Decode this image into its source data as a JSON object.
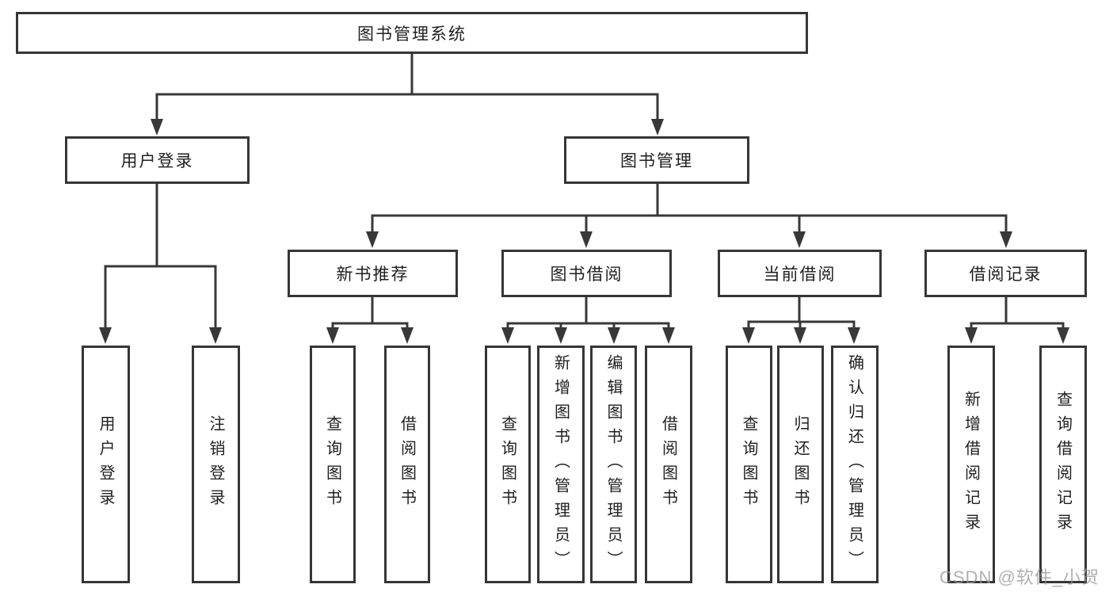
{
  "diagram_title": "图书管理系统",
  "tree": {
    "label": "图书管理系统",
    "children": [
      {
        "label": "用户登录",
        "children": [
          {
            "label": "用户登录"
          },
          {
            "label": "注销登录"
          }
        ]
      },
      {
        "label": "图书管理",
        "children": [
          {
            "label": "新书推荐",
            "children": [
              {
                "label": "查询图书"
              },
              {
                "label": "借阅图书"
              }
            ]
          },
          {
            "label": "图书借阅",
            "children": [
              {
                "label": "查询图书"
              },
              {
                "label": "新增图书（管理员）"
              },
              {
                "label": "编辑图书（管理员）"
              },
              {
                "label": "借阅图书"
              }
            ]
          },
          {
            "label": "当前借阅",
            "children": [
              {
                "label": "查询图书"
              },
              {
                "label": "归还图书"
              },
              {
                "label": "确认归还（管理员）"
              }
            ]
          },
          {
            "label": "借阅记录",
            "children": [
              {
                "label": "新增借阅记录"
              },
              {
                "label": "查询借阅记录"
              }
            ]
          }
        ]
      }
    ]
  },
  "watermark": "CSDN @软件_小贺同学",
  "colors": {
    "line": "#383838",
    "box_border": "#363636",
    "text": "#1f1f1f",
    "watermark": "#969696",
    "background": "#ffffff"
  }
}
